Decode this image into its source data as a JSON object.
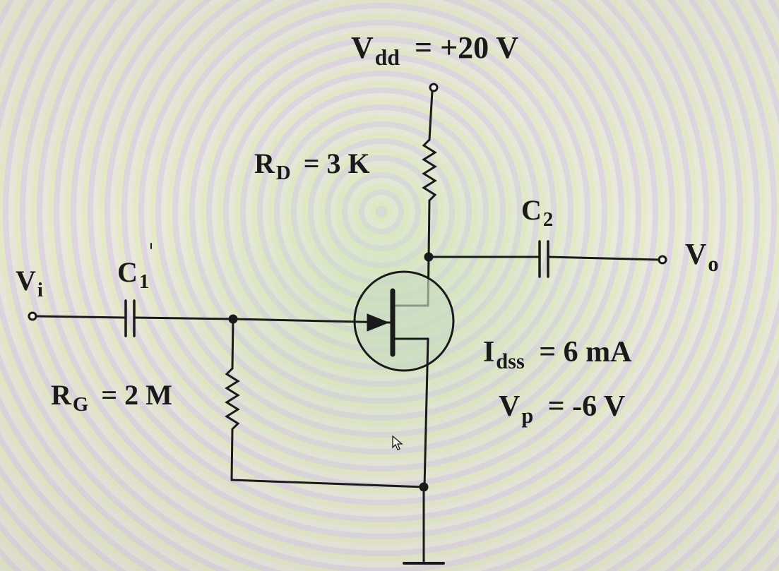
{
  "supply": {
    "name": "V",
    "sub": "dd",
    "value": "= +20 V"
  },
  "rd": {
    "name": "R",
    "sub": "D",
    "value": "= 3 K"
  },
  "rg": {
    "name": "R",
    "sub": "G",
    "value": "= 2 M"
  },
  "c1": {
    "name": "C",
    "sub": "1"
  },
  "c2": {
    "name": "C",
    "sub": "2"
  },
  "vin": {
    "name": "V",
    "sub": "i"
  },
  "vout": {
    "name": "V",
    "sub": "o"
  },
  "idss": {
    "name": "I",
    "sub": "dss",
    "value": "= 6 mA"
  },
  "vp": {
    "name": "V",
    "sub": "p",
    "value": "= -6 V"
  },
  "colors": {
    "ink": "#1a1a1a",
    "jfet_fill": "#c9dcc0"
  }
}
